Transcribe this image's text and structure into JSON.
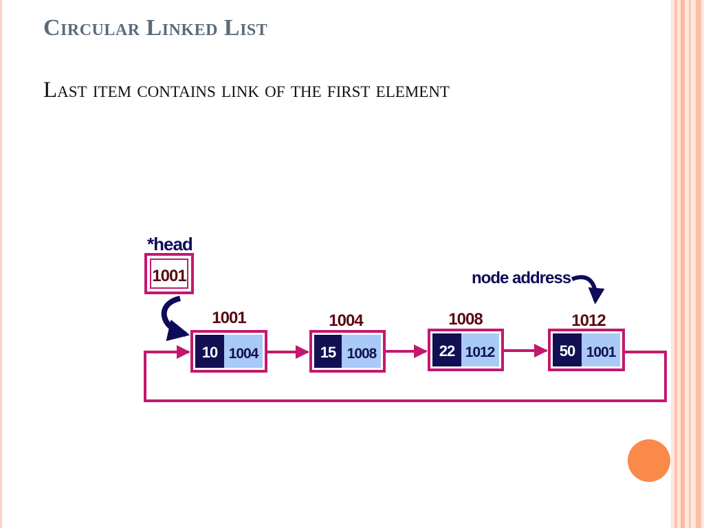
{
  "slide": {
    "title": "Circular Linked List",
    "subtitle": "Last item contains link of the first element"
  },
  "diagram": {
    "head_label": "*head",
    "head_value": "1001",
    "node_address_label": "node address",
    "nodes": [
      {
        "address": "1001",
        "data": "10",
        "next": "1004"
      },
      {
        "address": "1004",
        "data": "15",
        "next": "1008"
      },
      {
        "address": "1008",
        "data": "22",
        "next": "1012"
      },
      {
        "address": "1012",
        "data": "50",
        "next": "1001"
      }
    ]
  },
  "colors": {
    "node_border": "#c2186f",
    "data_cell": "#120f52",
    "link_cell": "#a9c9f7",
    "arrow": "#c2186f",
    "navy_arrow": "#0d0b5a",
    "address_text": "#5a0a12",
    "title_text": "#5c6b7a",
    "accent_dot": "#fa8a4a"
  }
}
